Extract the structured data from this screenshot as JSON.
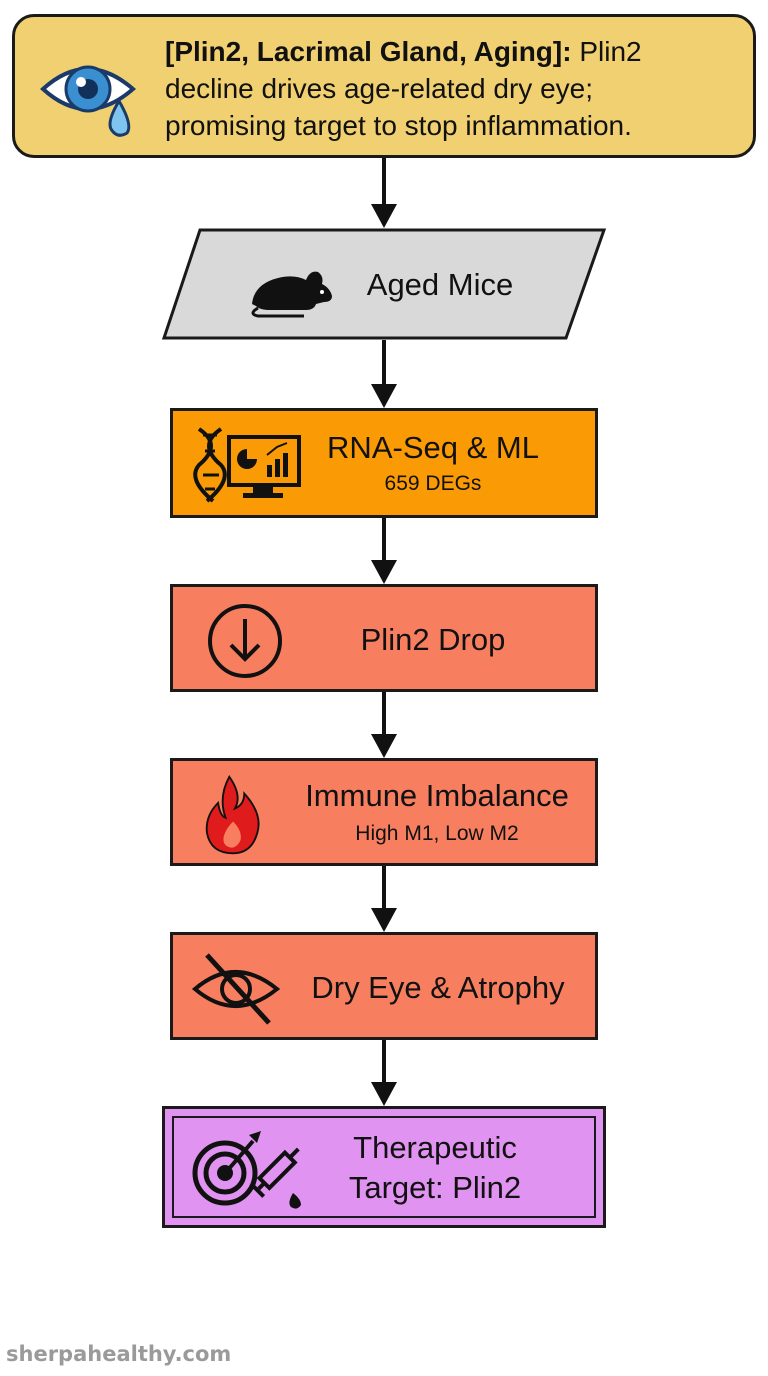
{
  "header": {
    "bold_text": "[Plin2, Lacrimal Gland, Aging]:",
    "line1_rest": " Plin2",
    "line2": "decline drives age-related dry eye;",
    "line3": "promising target to stop inflammation.",
    "icon": "eye-tear-icon"
  },
  "nodes": {
    "mice": {
      "label": "Aged Mice",
      "icon": "mouse-icon"
    },
    "rnaseq": {
      "label": "RNA-Seq & ML",
      "sub": "659 DEGs",
      "icon": "dna-computer-icon"
    },
    "plin2": {
      "label": "Plin2 Drop",
      "icon": "down-arrow-circle-icon"
    },
    "immune": {
      "label": "Immune Imbalance",
      "sub": "High M1, Low M2",
      "icon": "flame-icon"
    },
    "dryeye": {
      "label": "Dry Eye & Atrophy",
      "icon": "eye-slash-icon"
    },
    "target": {
      "label_line1": "Therapeutic",
      "label_line2": "Target: Plin2",
      "icon": "target-syringe-icon"
    }
  },
  "colors": {
    "header_fill": "#f0d070",
    "mice_fill": "#d9d9d9",
    "rnaseq_fill": "#fa9b06",
    "salmon_fill": "#f77f60",
    "target_fill": "#e093f0",
    "flame": "#e01b1b",
    "eye_blue": "#3a8fd0"
  },
  "watermark": "sherpahealthy.com"
}
